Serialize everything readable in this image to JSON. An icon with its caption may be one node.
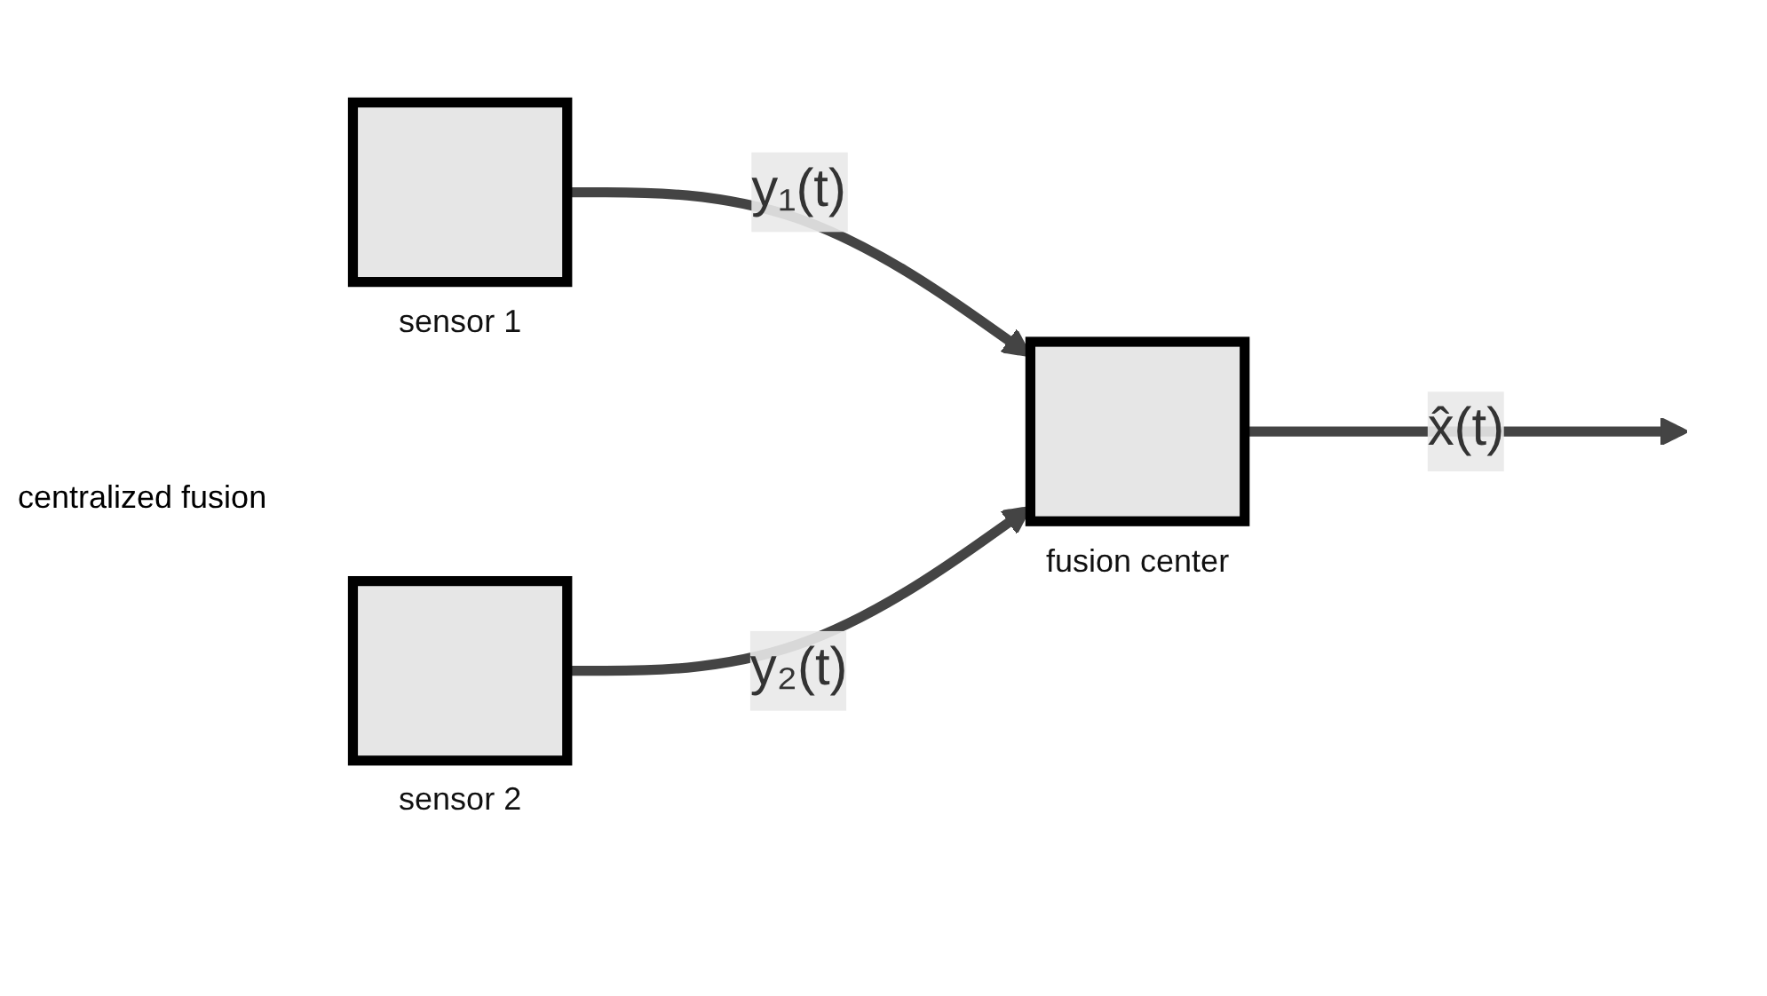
{
  "diagram": {
    "nodes": [
      {
        "text": [],
        "shape": "box",
        "beside": [
          "sensor 1"
        ]
      },
      {
        "text": [],
        "shape": "box",
        "beside": [
          "sensor 2"
        ]
      },
      {
        "text": [],
        "shape": "box",
        "beside": [
          "fusion center"
        ]
      }
    ],
    "edges": [
      {
        "from": 0,
        "to": 2,
        "arrow": "to",
        "label": "y₁(t)"
      },
      {
        "from": 1,
        "to": 2,
        "arrow": "to",
        "label": "y₂(t)"
      },
      {
        "from": 2,
        "to": null,
        "arrow": "to",
        "label": "x̂(t)"
      }
    ],
    "labels": [
      "centralized fusion"
    ]
  }
}
